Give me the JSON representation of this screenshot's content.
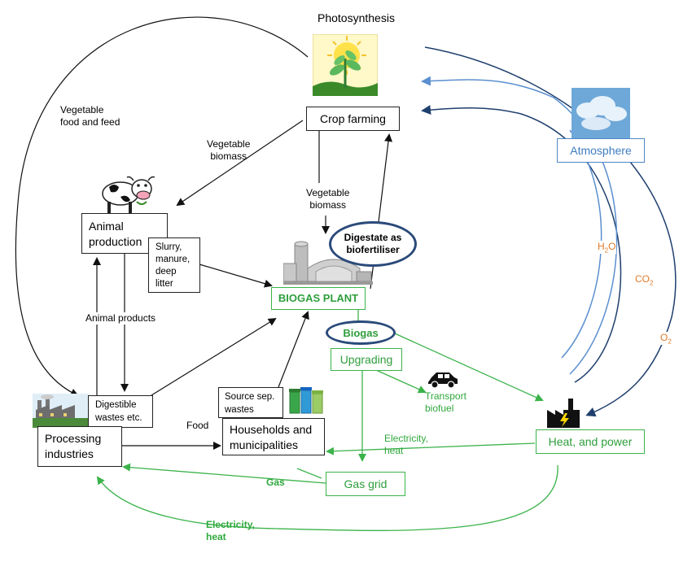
{
  "title": "Photosynthesis",
  "nodes": {
    "crop_farming": "Crop farming",
    "atmosphere": "Atmosphere",
    "animal_production": [
      "Animal",
      "production"
    ],
    "slurry": [
      "Slurry,",
      "manure,",
      "deep",
      "litter"
    ],
    "digestate": [
      "Digestate as",
      "biofertiliser"
    ],
    "biogas_plant": "BIOGAS PLANT",
    "biogas": "Biogas",
    "upgrading": "Upgrading",
    "digestible_wastes": [
      "Digestible",
      "wastes etc."
    ],
    "processing_industries": [
      "Processing",
      "industries"
    ],
    "source_sep_wastes": [
      "Source sep.",
      "wastes"
    ],
    "households": [
      "Households and",
      "municipalities"
    ],
    "gas_grid": "Gas grid",
    "heat_power": "Heat, and power"
  },
  "labels": {
    "vegetable_food_feed": [
      "Vegetable",
      "food and feed"
    ],
    "vegetable_biomass_left": [
      "Vegetable",
      "biomass"
    ],
    "vegetable_biomass_center": [
      "Vegetable",
      "biomass"
    ],
    "animal_products": "Animal products",
    "food": "Food",
    "transport_biofuel": [
      "Transport",
      "biofuel"
    ],
    "electricity_heat_mid": [
      "Electricity,",
      "heat"
    ],
    "gas": "Gas",
    "electricity_heat_bottom": [
      "Electricity,",
      "heat"
    ]
  },
  "gases": {
    "h2o": "H",
    "h2o_sub": "2",
    "h2o_tail": "O",
    "co2": "CO",
    "co2_sub": "2",
    "o2": "O",
    "o2_sub": "2"
  },
  "colors": {
    "black": "#111111",
    "green": "#3bb34a",
    "dark_blue": "#1f3f6e",
    "light_blue": "#5b8fcf",
    "orange": "#e07b2a"
  },
  "icons": [
    "plant-sun-icon",
    "cow-icon",
    "biogas-plant-icon",
    "car-icon",
    "factory-icon",
    "cloud-icon",
    "recycling-bins-icon",
    "industry-icon"
  ]
}
